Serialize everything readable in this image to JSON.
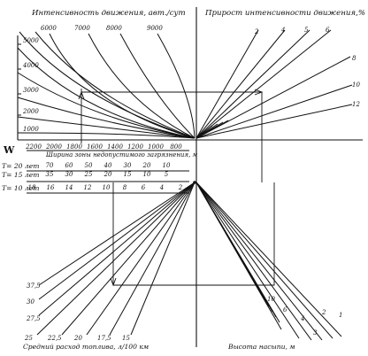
{
  "titles": {
    "top_left": "Интенсивность  движения,  авт./сут",
    "top_right": "Прирост  интенсивности  движения,%",
    "zone_width": "Ширина  зоны  недопустимого  загрязнения, м",
    "fuel": "Средний  расход  топлива, л/100 км",
    "height": "Высота  насыпи, м"
  },
  "left_axis": {
    "letter": "W",
    "ticks": [
      "5000",
      "4000",
      "3000",
      "2000",
      "1000"
    ]
  },
  "traffic_curves": [
    "6000",
    "7000",
    "8000",
    "9000"
  ],
  "growth_rays": [
    "2",
    "4",
    "5",
    "6",
    "8",
    "10",
    "12"
  ],
  "zone_scale": [
    "2200",
    "2000",
    "1800",
    "1600",
    "1400",
    "1200",
    "1000",
    "800"
  ],
  "rows": [
    {
      "label": "T= 20 лет",
      "values": [
        "70",
        "60",
        "50",
        "40",
        "30",
        "20",
        "10"
      ]
    },
    {
      "label": "T= 15 лет",
      "values": [
        "35",
        "30",
        "25",
        "20",
        "15",
        "10",
        "5"
      ]
    },
    {
      "label": "T= 10 лет",
      "values": [
        "18",
        "16",
        "14",
        "12",
        "10",
        "8",
        "6",
        "4",
        "2"
      ]
    }
  ],
  "fuel_values": [
    "37,5",
    "30",
    "27,5",
    "25",
    "22,5",
    "20",
    "17,5",
    "15"
  ],
  "height_values": [
    "1",
    "2",
    "3",
    "4",
    "6",
    "10"
  ],
  "colors": {
    "ink": "#111111",
    "paper": "#ffffff"
  }
}
